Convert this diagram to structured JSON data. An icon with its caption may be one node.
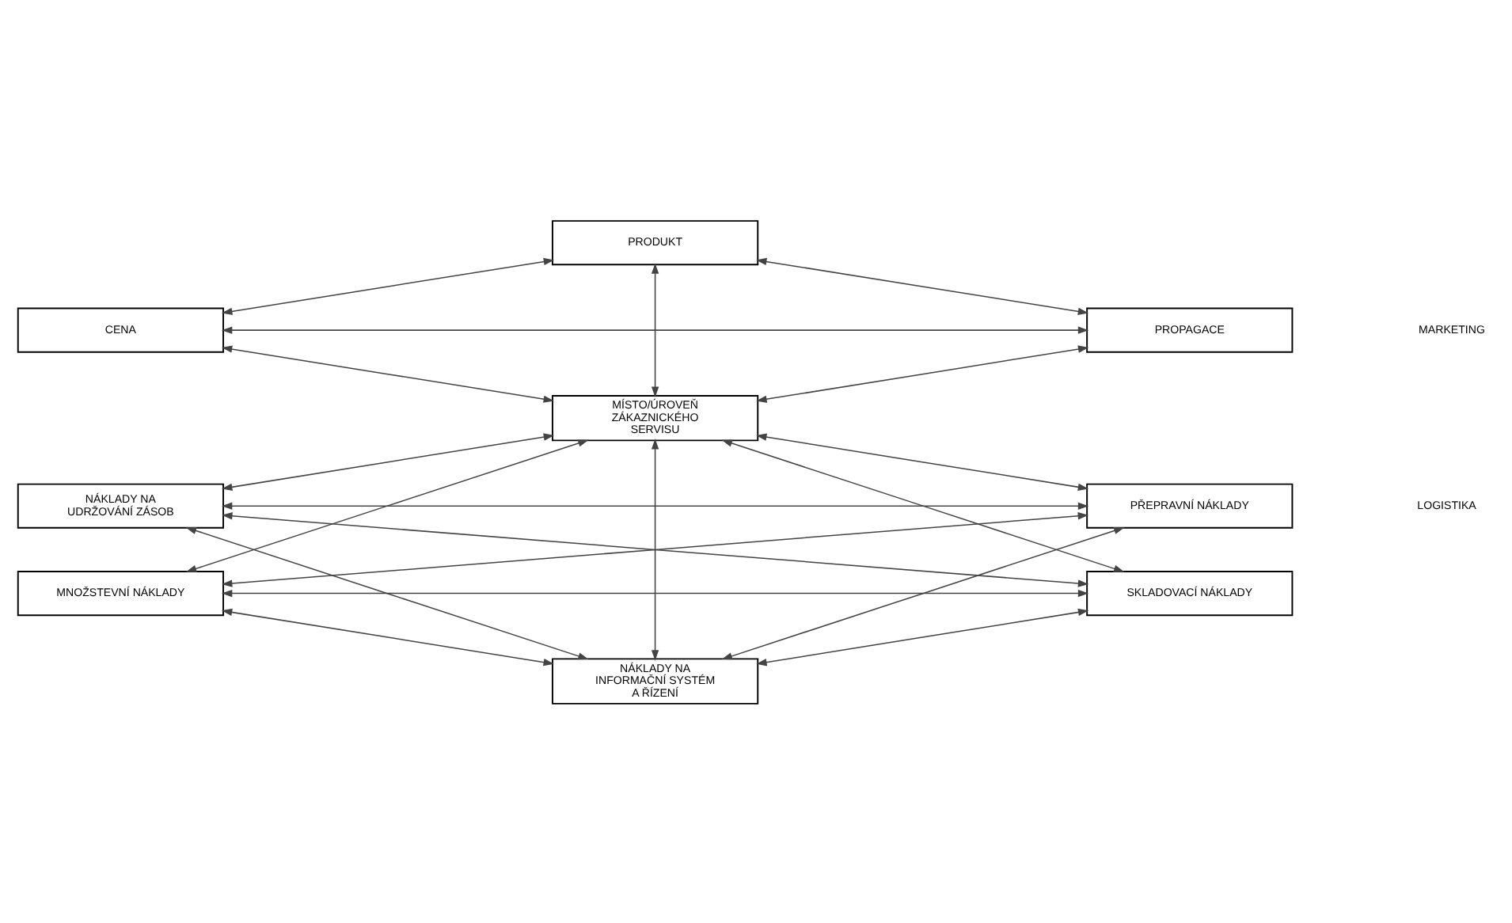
{
  "diagram": {
    "nodes": [
      {
        "text": [
          "PRODUKT"
        ]
      },
      {
        "text": [
          "CENA"
        ]
      },
      {
        "text": [
          "PROPAGACE"
        ]
      },
      {
        "text": [
          "MÍSTO/ÚROVEŇ ZÁKAZNICKÉHO SERVISU"
        ]
      },
      {
        "text": [
          "NÁKLADY NA UDRŽOVÁNÍ ZÁSOB"
        ]
      },
      {
        "text": [
          "PŘEPRAVNÍ NÁKLADY"
        ]
      },
      {
        "text": [
          "MNOŽSTEVNÍ NÁKLADY"
        ]
      },
      {
        "text": [
          "SKLADOVACÍ NÁKLADY"
        ]
      },
      {
        "text": [
          "NÁKLADY NA INFORMAČNÍ SYSTÉM A ŘÍZENÍ"
        ]
      }
    ],
    "edges": [
      {
        "from": 0,
        "to": 1,
        "arrow": "both"
      },
      {
        "from": 0,
        "to": 3,
        "arrow": "both"
      },
      {
        "from": 0,
        "to": 2,
        "arrow": "both"
      },
      {
        "from": 1,
        "to": 2,
        "arrow": "both"
      },
      {
        "from": 1,
        "to": 3,
        "arrow": "both"
      },
      {
        "from": 2,
        "to": 3,
        "arrow": "both"
      },
      {
        "from": 3,
        "to": 4,
        "arrow": "both"
      },
      {
        "from": 3,
        "to": 6,
        "arrow": "both"
      },
      {
        "from": 3,
        "to": 8,
        "arrow": "both"
      },
      {
        "from": 3,
        "to": 7,
        "arrow": "both"
      },
      {
        "from": 3,
        "to": 5,
        "arrow": "both"
      },
      {
        "from": 4,
        "to": 5,
        "arrow": "both"
      },
      {
        "from": 4,
        "to": 7,
        "arrow": "both"
      },
      {
        "from": 4,
        "to": 8,
        "arrow": "both"
      },
      {
        "from": 6,
        "to": 5,
        "arrow": "both"
      },
      {
        "from": 6,
        "to": 7,
        "arrow": "both"
      },
      {
        "from": 6,
        "to": 8,
        "arrow": "both"
      },
      {
        "from": 5,
        "to": 8,
        "arrow": "both"
      },
      {
        "from": 7,
        "to": 8,
        "arrow": "both"
      }
    ],
    "labels": [
      "MARKETING",
      "LOGISTIKA"
    ]
  }
}
